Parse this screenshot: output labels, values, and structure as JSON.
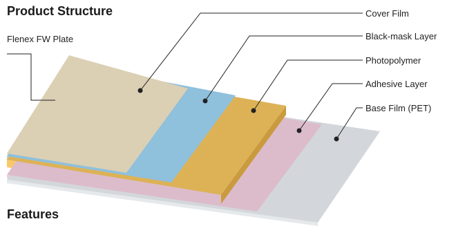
{
  "header": {
    "title": "Product Structure"
  },
  "product": {
    "name": "Flenex FW Plate"
  },
  "layers": [
    {
      "label": "Cover Film",
      "color": "#dbd0b4"
    },
    {
      "label": "Black-mask Layer",
      "color": "#8fc0dc"
    },
    {
      "label": "Photopolymer",
      "color": "#ddb256"
    },
    {
      "label": "Adhesive Layer",
      "color": "#dcbccb"
    },
    {
      "label": "Base Film (PET)",
      "color": "#d3d7db"
    }
  ],
  "footer": {
    "title": "Features"
  }
}
